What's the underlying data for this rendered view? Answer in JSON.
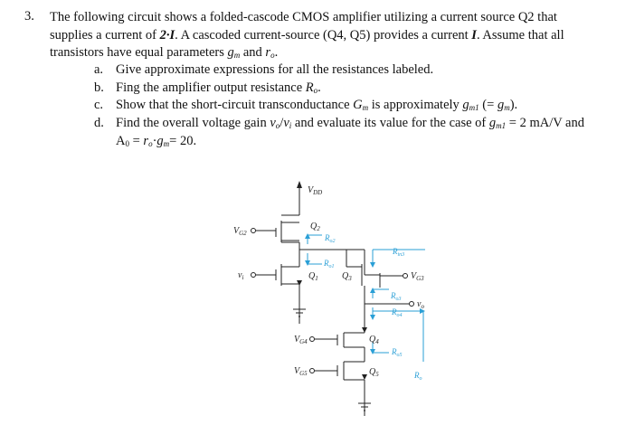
{
  "problem": {
    "number": "3.",
    "stem": {
      "part1": "The following circuit shows a folded-cascode CMOS amplifier utilizing a current source Q2 that supplies a current of ",
      "current_expr": "2·I",
      "part2": ". A cascoded current-source (Q4, Q5) provides a current ",
      "current_var": "I",
      "part3": ". Assume that all transistors have equal parameters ",
      "gm": "g",
      "gm_sub": "m",
      "and": " and ",
      "ro": "r",
      "ro_sub": "o",
      "end": "."
    },
    "items": [
      {
        "label": "a.",
        "text": "Give approximate expressions for all the resistances labeled."
      },
      {
        "label": "b.",
        "text_pre": "Fing the amplifier output resistance ",
        "sym": "R",
        "sym_sub": "o",
        "text_post": "."
      },
      {
        "label": "c.",
        "text_pre": "Show that the short-circuit transconductance ",
        "G": "G",
        "G_sub": "m",
        "mid": " is approximately ",
        "g1": "g",
        "g1_sub": "m1",
        "paren_open": " (= ",
        "g2": "g",
        "g2_sub": "m",
        "paren_close": ")."
      },
      {
        "label": "d.",
        "text_pre": "Find the overall voltage gain ",
        "vo": "v",
        "vo_sub": "o",
        "slash": "/",
        "vi": "v",
        "vi_sub": "i",
        "mid": " and evaluate its value for the case of ",
        "g": "g",
        "g_sub": "m1",
        "value": " = 2 mA/V and",
        "line2_A": "A",
        "line2_A_sub": "0",
        "line2_eq": " = ",
        "line2_r": "r",
        "line2_r_sub": "o",
        "line2_dot": "·",
        "line2_g": "g",
        "line2_g_sub": "m",
        "line2_val": "= 20."
      }
    ]
  },
  "circuit": {
    "labels": {
      "vdd": "V",
      "vdd_sub": "DD",
      "vg2": "V",
      "vg2_sub": "G2",
      "vi": "v",
      "vi_sub": "i",
      "q1": "Q",
      "q1_sub": "1",
      "q2": "Q",
      "q2_sub": "2",
      "q3": "Q",
      "q3_sub": "3",
      "q4": "Q",
      "q4_sub": "4",
      "q5": "Q",
      "q5_sub": "5",
      "vg3": "V",
      "vg3_sub": "G3",
      "vg4": "V",
      "vg4_sub": "G4",
      "vg5": "V",
      "vg5_sub": "G5",
      "vo": "v",
      "vo_sub": "o",
      "ro2": "R",
      "ro2_sub": "o2",
      "ro1": "R",
      "ro1_sub": "o1",
      "rin3": "R",
      "rin3_sub": "in3",
      "ro3": "R",
      "ro3_sub": "o3",
      "ro4": "R",
      "ro4_sub": "o4",
      "ro5": "R",
      "ro5_sub": "o5",
      "ro": "R",
      "ro_sub": "o"
    },
    "colors": {
      "wire": "#222222",
      "annotation": "#2a9fd6"
    }
  }
}
